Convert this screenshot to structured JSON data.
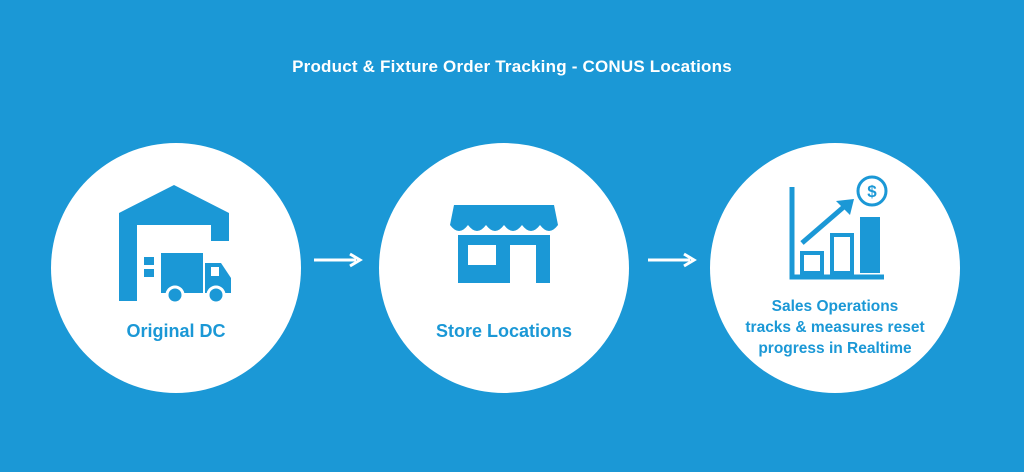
{
  "title": "Product & Fixture Order Tracking - CONUS Locations",
  "colors": {
    "background": "#1b98d6",
    "circle": "#ffffff",
    "accent": "#1b98d6"
  },
  "steps": [
    {
      "label": "Original DC",
      "icon": "warehouse-truck-icon"
    },
    {
      "label": "Store Locations",
      "icon": "storefront-icon"
    },
    {
      "label_lines": [
        "Sales Operations",
        "tracks & measures reset",
        "progress in Realtime"
      ],
      "icon": "growth-chart-dollar-icon"
    }
  ],
  "connectors": [
    "arrow-right-icon",
    "arrow-right-icon"
  ]
}
